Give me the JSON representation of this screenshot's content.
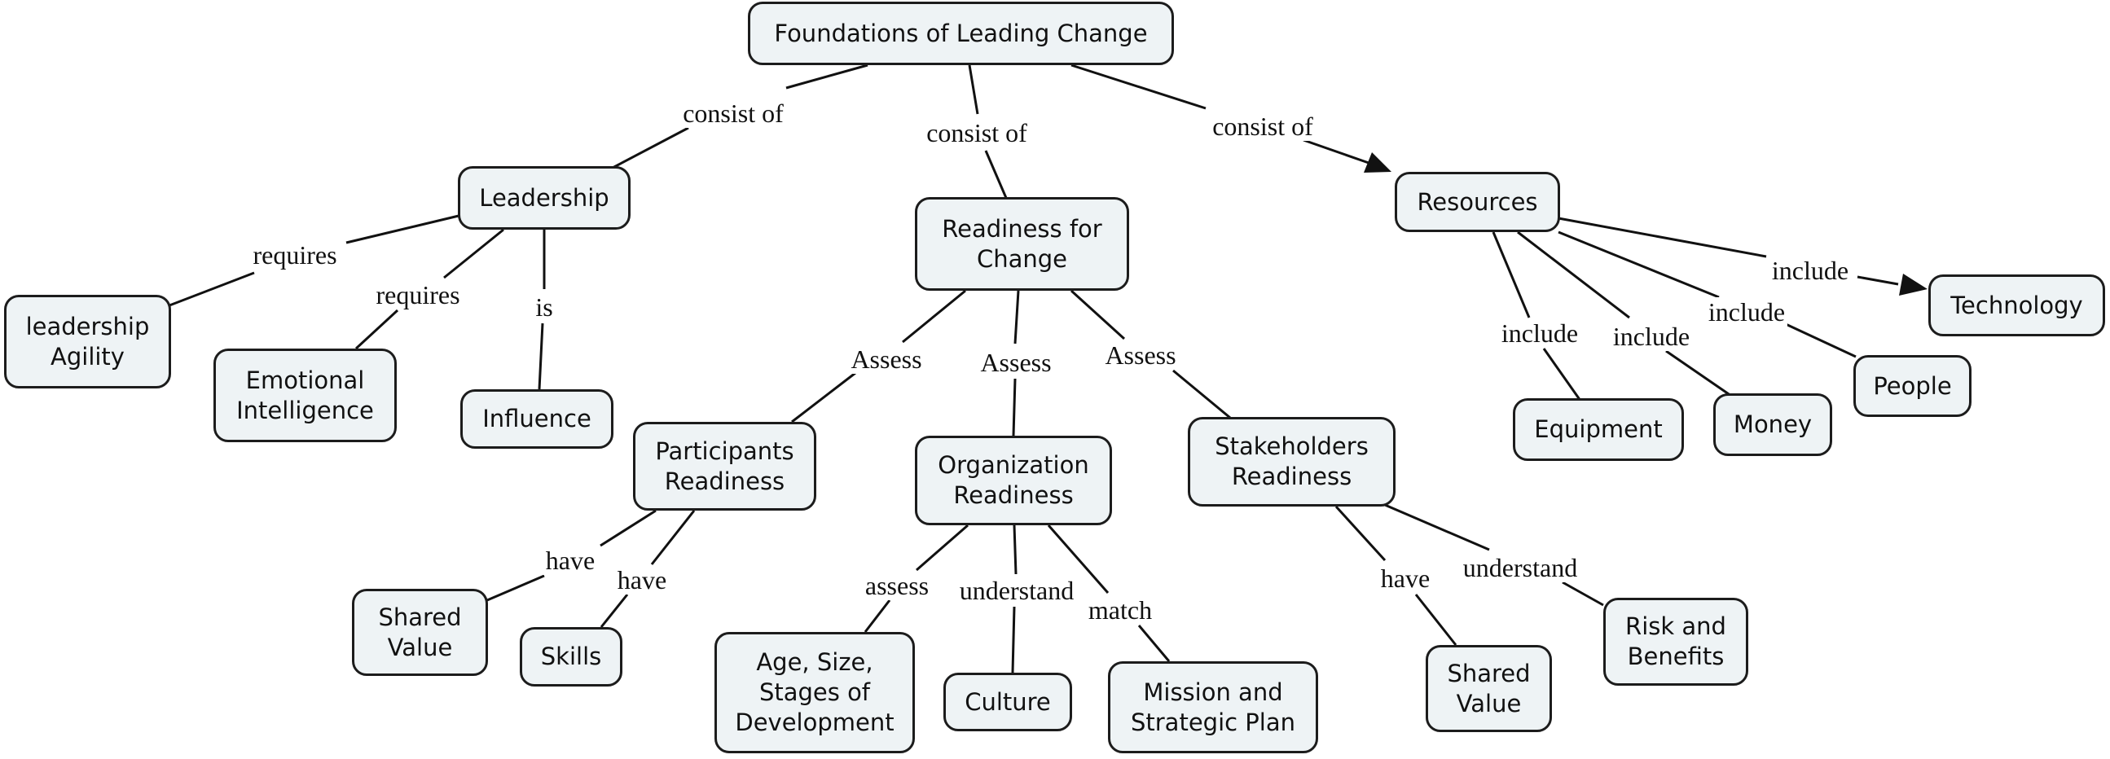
{
  "concept_map": {
    "nodes": {
      "root": "Foundations of Leading Change",
      "leadership": "Leadership",
      "readiness": "Readiness for\nChange",
      "resources": "Resources",
      "agility": "leadership\nAgility",
      "emotional": "Emotional\nIntelligence",
      "influence": "Influence",
      "participants": "Participants\nReadiness",
      "organization": "Organization\nReadiness",
      "stakeholders": "Stakeholders\nReadiness",
      "technology": "Technology",
      "equipment": "Equipment",
      "money": "Money",
      "people": "People",
      "shared_value_1": "Shared\nValue",
      "skills": "Skills",
      "age_size": "Age, Size,\nStages of\nDevelopment",
      "culture": "Culture",
      "mission": "Mission and\nStrategic Plan",
      "shared_value_2": "Shared\nValue",
      "risk": "Risk and\nBenefits"
    },
    "links": {
      "root_leadership": "consist of",
      "root_readiness": "consist of",
      "root_resources": "consist of",
      "leadership_agility": "requires",
      "leadership_emotional": "requires",
      "leadership_influence": "is",
      "readiness_participants": "Assess",
      "readiness_organization": "Assess",
      "readiness_stakeholders": "Assess",
      "resources_technology": "include",
      "resources_equipment": "include",
      "resources_money": "include",
      "resources_people": "include",
      "participants_shared": "have",
      "participants_skills": "have",
      "organization_age": "assess",
      "organization_culture": "understand",
      "organization_mission": "match",
      "stakeholders_shared": "have",
      "stakeholders_risk": "understand"
    }
  }
}
